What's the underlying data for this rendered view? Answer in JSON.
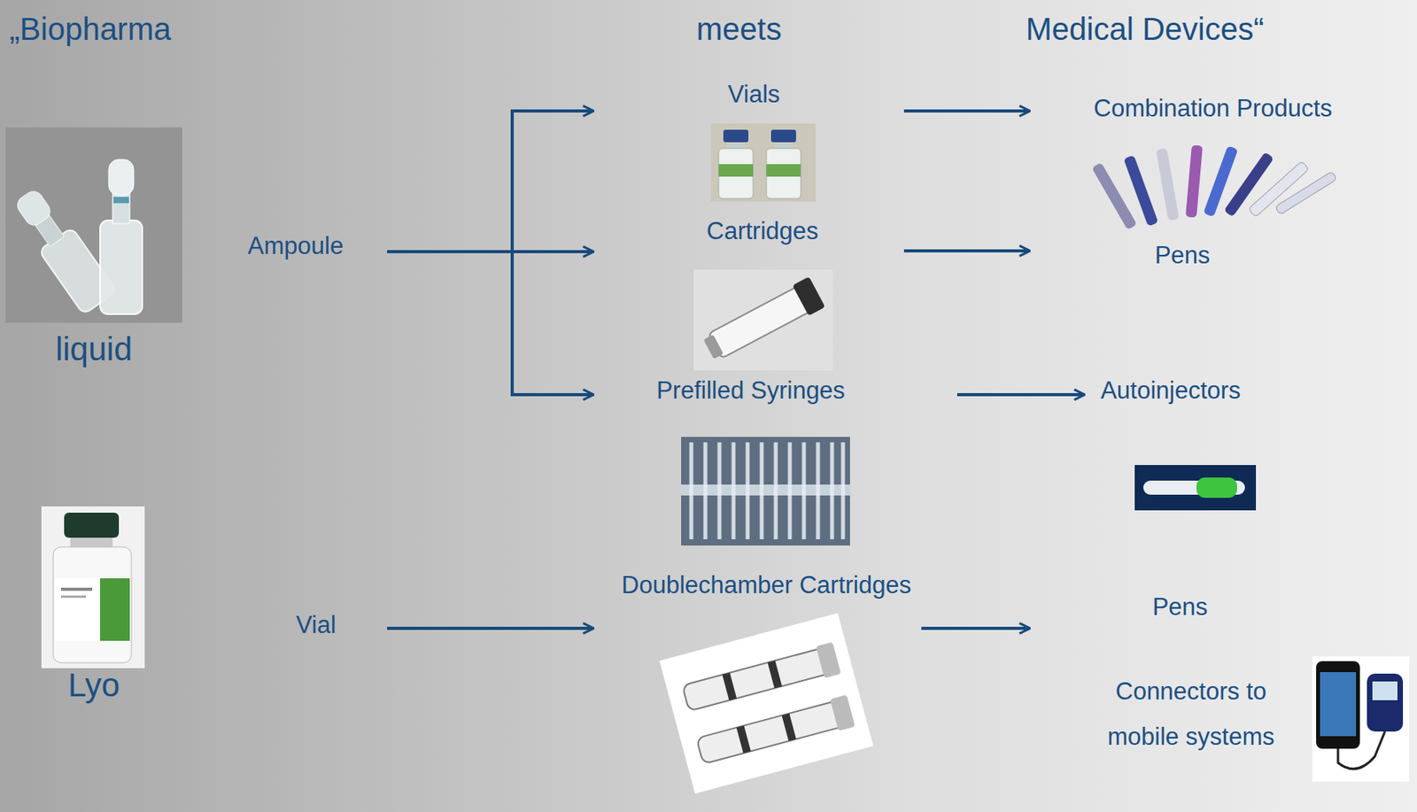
{
  "diagram": {
    "nodes": [
      {
        "text": [
          "Ampoule"
        ]
      },
      {
        "text": [
          "Vials"
        ]
      },
      {
        "text": [
          "Combination Products"
        ]
      },
      {
        "text": [
          "Cartridges"
        ]
      },
      {
        "text": [
          "Pens"
        ]
      },
      {
        "text": [
          "Prefilled Syringes"
        ]
      },
      {
        "text": [
          "Autoinjectors"
        ]
      },
      {
        "text": [
          "Vial"
        ]
      },
      {
        "text": [
          "Doublechamber Cartridges"
        ]
      },
      {
        "text": [
          "Pens"
        ]
      }
    ],
    "edges": [
      {
        "from": 0,
        "to": 1,
        "arrow": "to"
      },
      {
        "from": 0,
        "to": 3,
        "arrow": "to"
      },
      {
        "from": 0,
        "to": 5,
        "arrow": "to"
      },
      {
        "from": 1,
        "to": 2,
        "arrow": "to"
      },
      {
        "from": 3,
        "to": 4,
        "arrow": "to"
      },
      {
        "from": 5,
        "to": 6,
        "arrow": "to"
      },
      {
        "from": 7,
        "to": 8,
        "arrow": "to"
      },
      {
        "from": 8,
        "to": 9,
        "arrow": "to"
      }
    ],
    "labels": [
      "„Biopharma",
      "meets",
      "Medical Devices“",
      "liquid",
      "Lyo",
      "Connectors to mobile systems"
    ]
  }
}
